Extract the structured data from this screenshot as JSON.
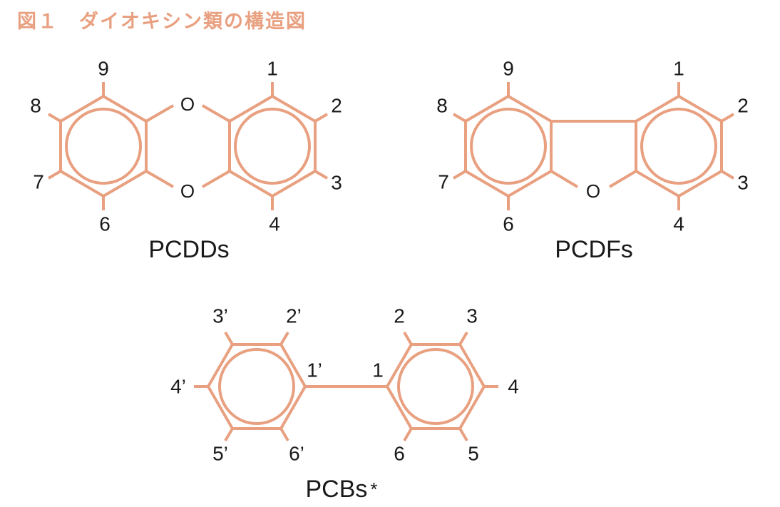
{
  "figure_title": "図１　ダイオキシン類の構造図",
  "colors": {
    "bond": "#e8a080",
    "text": "#1a1a1a",
    "title": "#e8a080"
  },
  "molecules": [
    {
      "id": "pcdd",
      "name": "PCDDs",
      "oxygen_label": "O",
      "position_labels": [
        "9",
        "8",
        "7",
        "6",
        "1",
        "2",
        "3",
        "4"
      ]
    },
    {
      "id": "pcdf",
      "name": "PCDFs",
      "oxygen_label": "O",
      "position_labels": [
        "9",
        "8",
        "7",
        "6",
        "1",
        "2",
        "3",
        "4"
      ]
    },
    {
      "id": "pcb",
      "name": "PCBs",
      "name_suffix": "*",
      "position_labels": [
        "3’",
        "2’",
        "4’",
        "5’",
        "6’",
        "1’",
        "1",
        "2",
        "3",
        "4",
        "6",
        "5"
      ]
    }
  ]
}
